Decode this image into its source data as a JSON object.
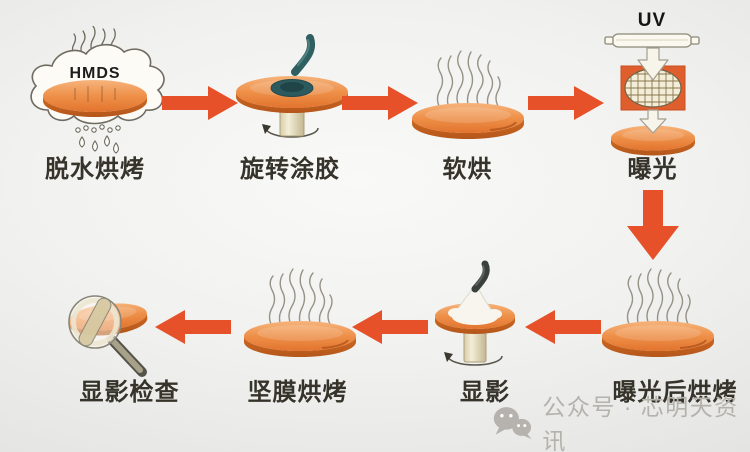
{
  "steps": [
    {
      "id": "dehydration-bake",
      "label": "脱水烘烤",
      "annotation": "HMDS",
      "icon": "hmds-bake-icon"
    },
    {
      "id": "spin-coat",
      "label": "旋转涂胶",
      "icon": "spin-coater-icon"
    },
    {
      "id": "soft-bake",
      "label": "软烘",
      "icon": "heated-wafer-icon"
    },
    {
      "id": "exposure",
      "label": "曝光",
      "annotation": "UV",
      "icon": "uv-exposure-icon"
    },
    {
      "id": "post-exposure-bake",
      "label": "曝光后烘烤",
      "icon": "heated-wafer-icon"
    },
    {
      "id": "develop",
      "label": "显影",
      "icon": "developer-spin-icon"
    },
    {
      "id": "hard-bake",
      "label": "坚膜烘烤",
      "icon": "heated-wafer-icon"
    },
    {
      "id": "develop-inspection",
      "label": "显影检查",
      "icon": "wafer-magnifier-icon"
    }
  ],
  "flow": {
    "top_row": "left-to-right",
    "connector": "down",
    "bottom_row": "right-to-left"
  },
  "watermark": {
    "icon": "wechat-icon",
    "text": "公众号 · 芯明天资讯"
  },
  "colors": {
    "arrow": "#e6512a",
    "wafer": "#ec8c44",
    "wafer_rim": "#c4601f",
    "background": "#ececea",
    "label_text": "#35332a",
    "watermark_text": "#b5b1ab",
    "nozzle_teal": "#2f5f60",
    "mask_orange": "#df5e2d"
  }
}
